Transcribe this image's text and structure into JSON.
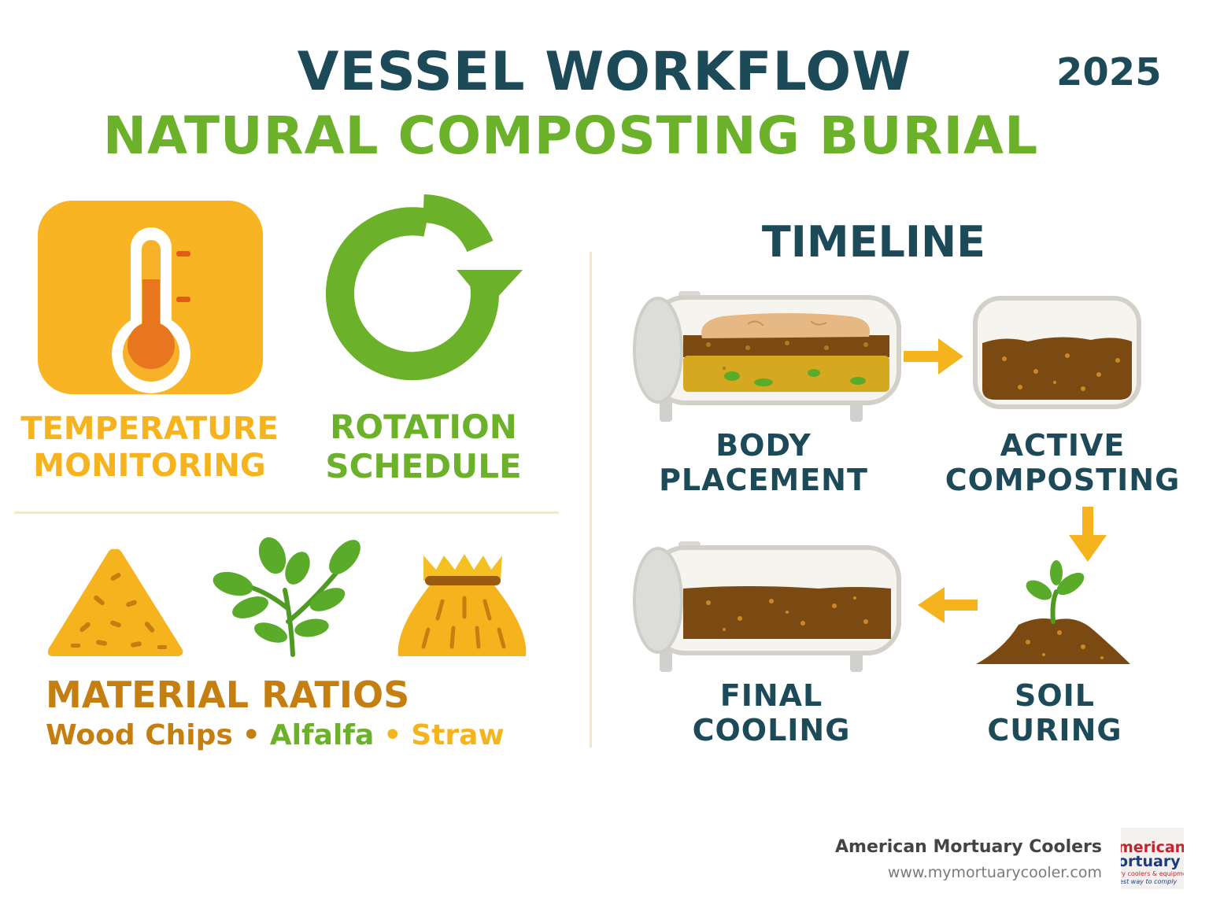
{
  "header": {
    "title": "VESSEL WORKFLOW",
    "subtitle": "NATURAL COMPOSTING BURIAL",
    "year": "2025"
  },
  "left_panel": {
    "temperature": {
      "line1": "TEMPERATURE",
      "line2": "MONITORING",
      "icon": "thermometer-icon"
    },
    "rotation": {
      "line1": "ROTATION",
      "line2": "SCHEDULE",
      "icon": "rotation-arrow-icon"
    },
    "materials": {
      "title": "MATERIAL RATIOS",
      "items": [
        "Wood Chips",
        "Alfalfa",
        "Straw"
      ],
      "separator": "•",
      "icons": [
        "wood-chips-pile-icon",
        "alfalfa-sprig-icon",
        "straw-bundle-icon"
      ]
    }
  },
  "timeline": {
    "title": "TIMELINE",
    "steps": [
      {
        "line1": "BODY",
        "line2": "PLACEMENT"
      },
      {
        "line1": "ACTIVE",
        "line2": "COMPOSTING"
      },
      {
        "line1": "SOIL",
        "line2": "CURING"
      },
      {
        "line1": "FINAL",
        "line2": "COOLING"
      }
    ]
  },
  "footer": {
    "company": "American Mortuary Coolers",
    "url": "www.mymortuarycooler.com",
    "logo_line1": "merican",
    "logo_line2": "ortuary",
    "logo_line3": "ry coolers & equipment",
    "logo_line4": "est way to comply"
  },
  "colors": {
    "navy": "#1c4a58",
    "green": "#6bb12a",
    "orange": "#f5b41e",
    "brown": "#c47f10",
    "soil": "#7a4a12"
  }
}
